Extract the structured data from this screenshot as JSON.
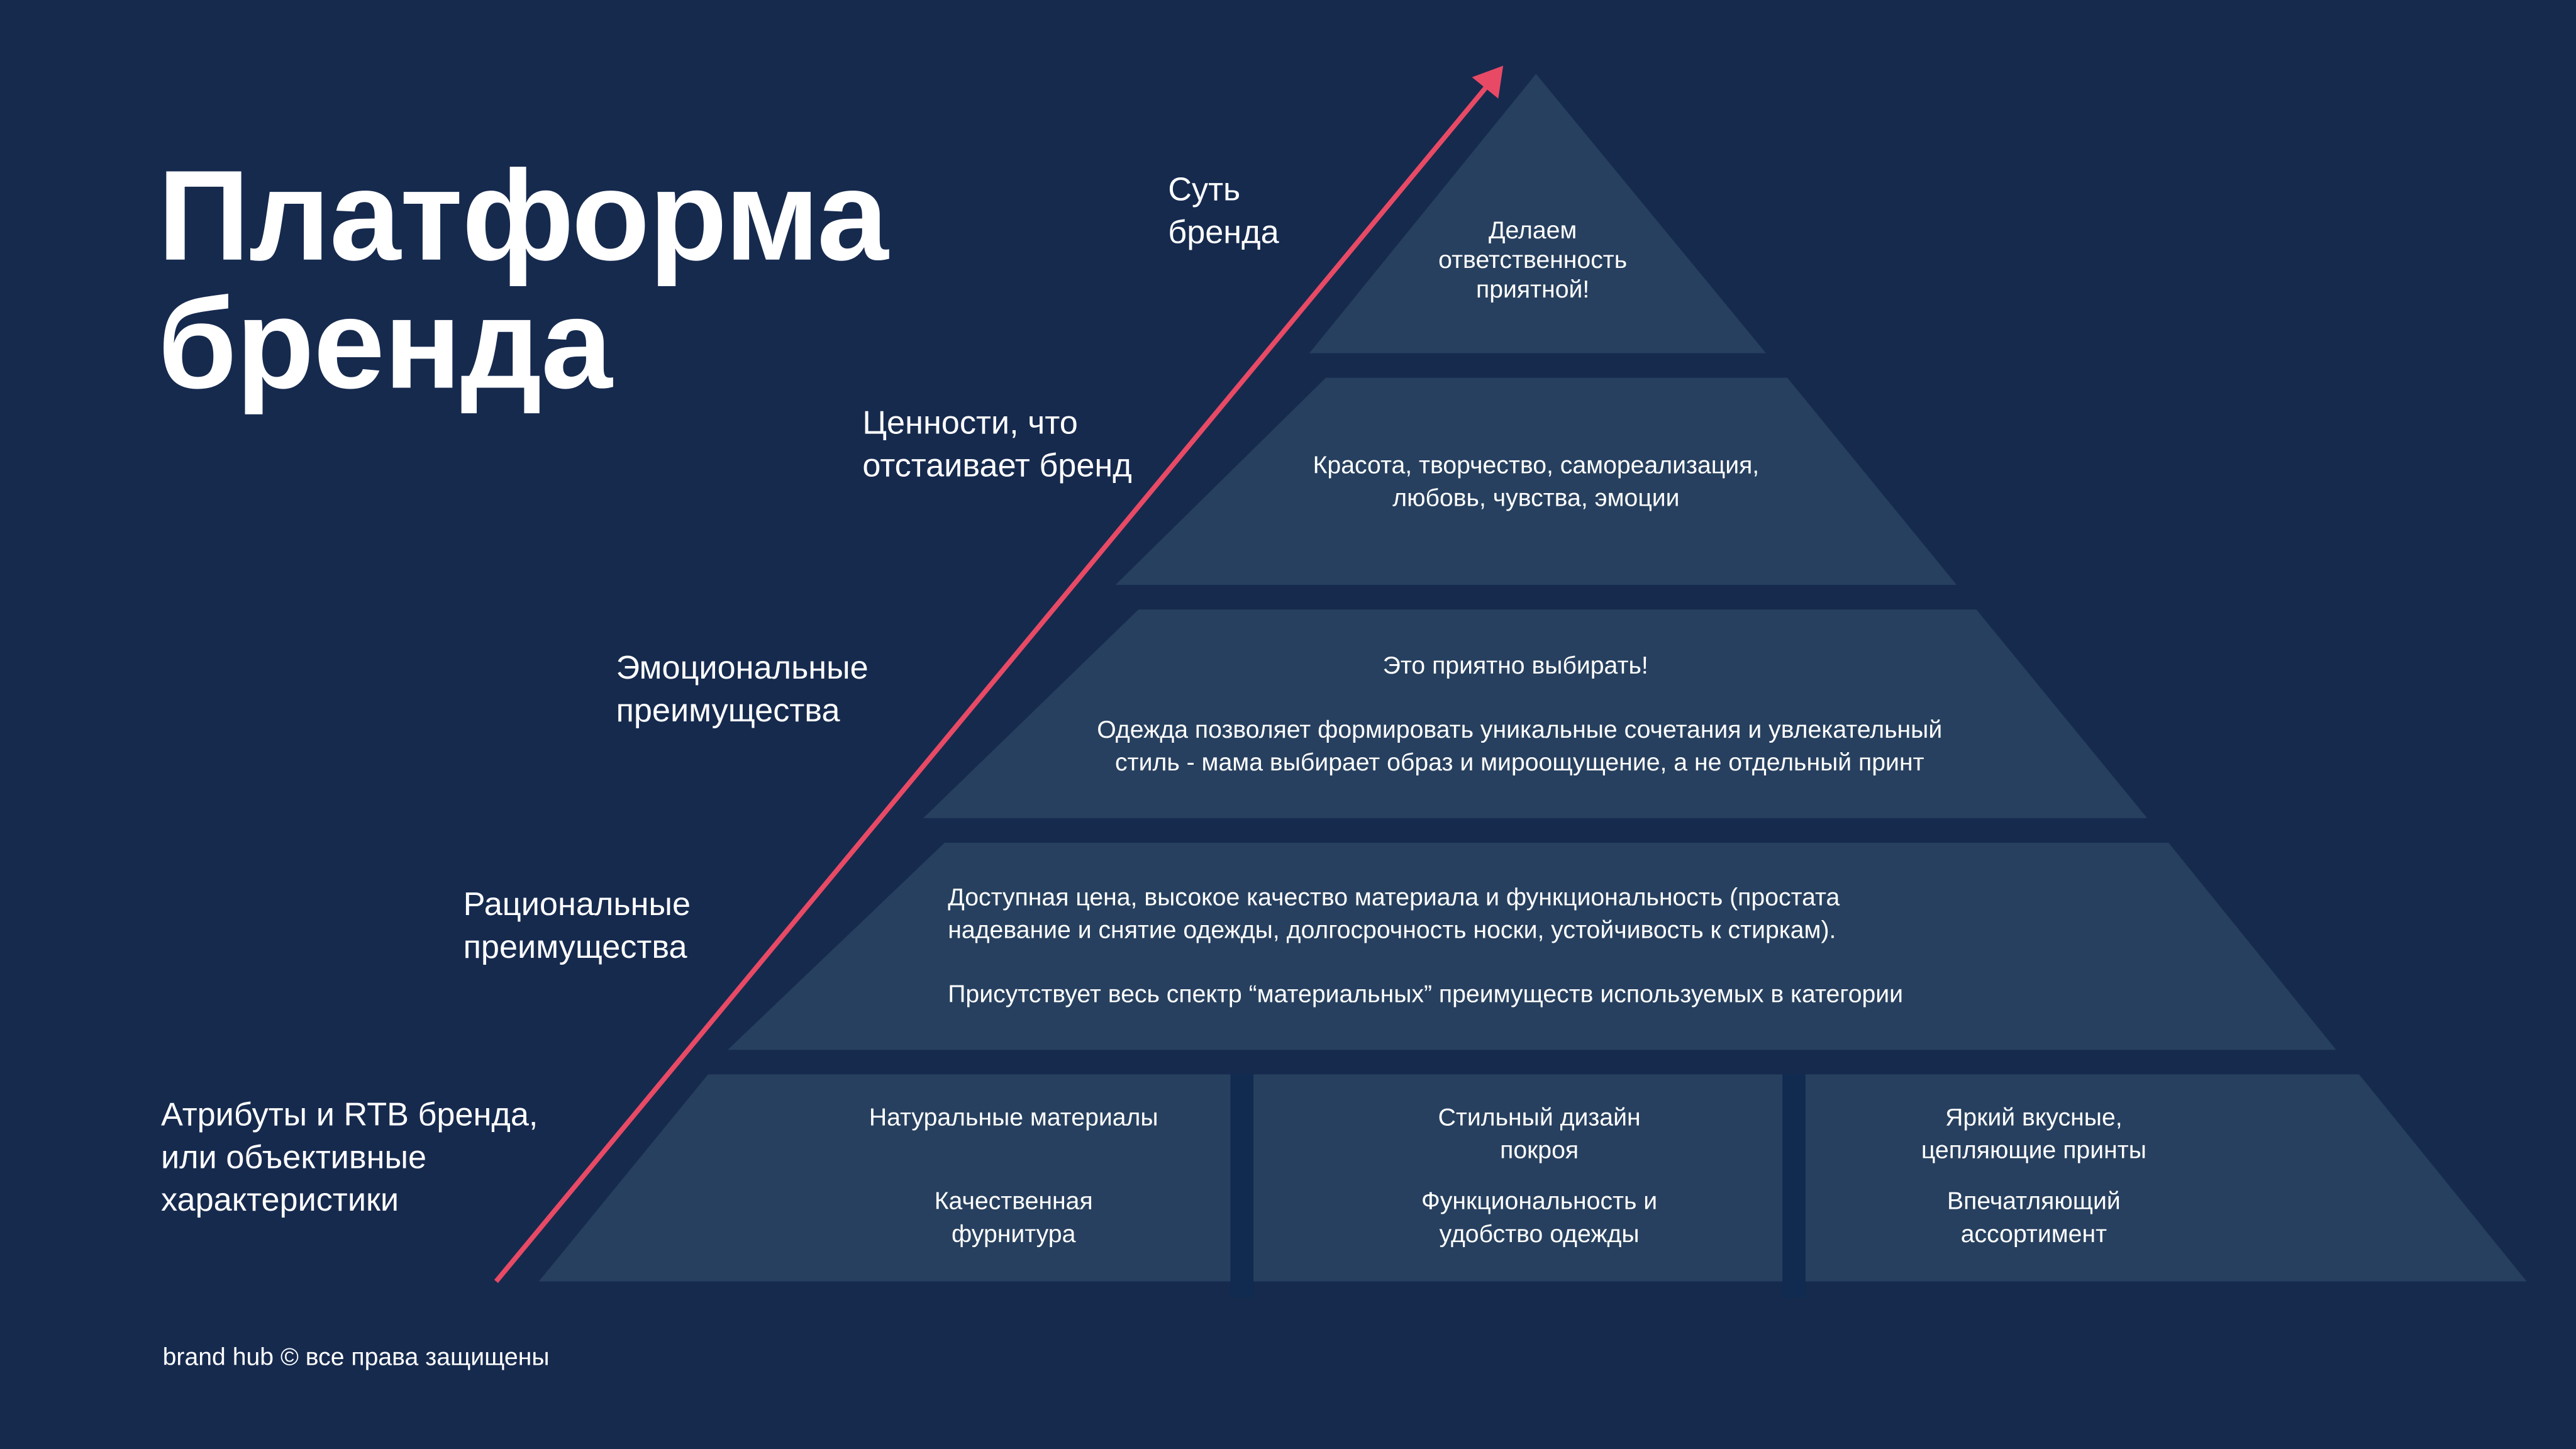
{
  "title": "Платформа\nбренда",
  "title_line1": "Платформа",
  "title_line2": "бренда",
  "colors": {
    "background": "#162a4e",
    "tier": "#27405f",
    "arrow": "#e84a65",
    "divider": "#102a50"
  },
  "levels": [
    {
      "label": "Суть\nбренда",
      "content": [
        "Делаем\nответственность\nприятной!"
      ]
    },
    {
      "label": "Ценности, что\nотстаивает бренд",
      "content": [
        "Красота, творчество, самореализация,\nлюбовь, чувства, эмоции"
      ]
    },
    {
      "label": "Эмоциональные\nпреимущества",
      "content": [
        "Это приятно выбирать!",
        "Одежда позволяет формировать уникальные сочетания и увлекательный\nстиль - мама выбирает образ и мироощущение, а не отдельный принт"
      ]
    },
    {
      "label": "Рациональные\nпреимущества",
      "content": [
        "Доступная цена, высокое качество материала и функциональность (простата\nнадевание и снятие одежды, долгосрочность носки, устойчивость к стиркам).",
        "Присутствует весь спектр “материальных” преимуществ используемых в категории"
      ]
    },
    {
      "label": "Атрибуты и RTB бренда,\nили объективные\nхарактеристики",
      "content": [
        "Натуральные материалы",
        "Качественная\nфурнитура",
        "Стильный дизайн\nпокроя",
        "Функциональность и\nудобство одежды",
        "Яркий вкусные,\nцепляющие принты",
        "Впечатляющий\nассортимент"
      ]
    }
  ],
  "footer": "brand hub © все права защищены"
}
